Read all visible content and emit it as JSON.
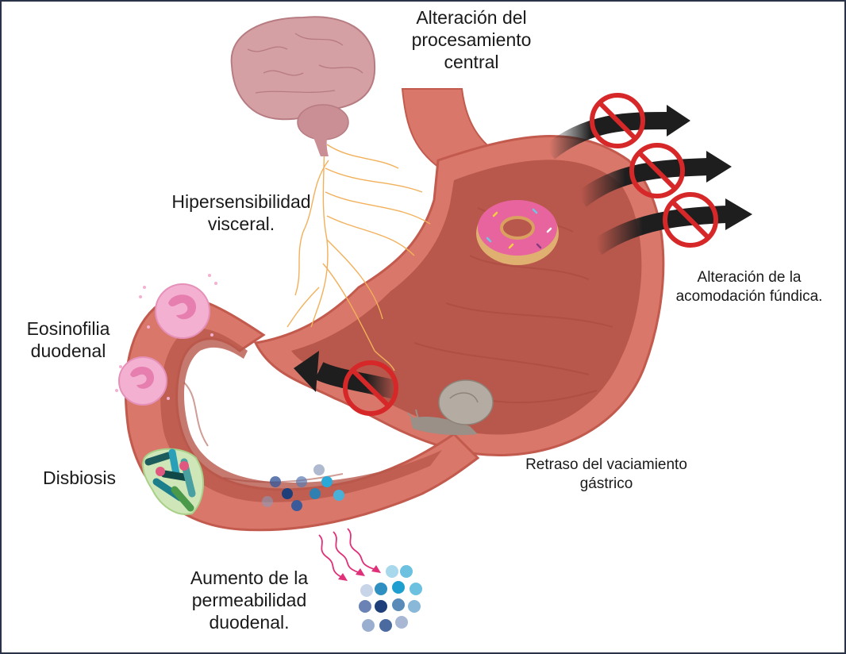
{
  "figure": {
    "labels": {
      "central_processing": [
        "Alteración del",
        "procesamiento",
        "central"
      ],
      "visceral_hypersensitivity": [
        "Hipersensibilidad",
        "visceral."
      ],
      "fundic_accommodation": [
        "Alteración de la",
        "acomodación fúndica."
      ],
      "duodenal_eosinophilia": [
        "Eosinofilia",
        "duodenal"
      ],
      "dysbiosis": [
        "Disbiosis"
      ],
      "gastric_emptying_delay": [
        "Retraso del vaciamiento",
        "gástrico"
      ],
      "duodenal_permeability": [
        "Aumento de la",
        "permeabilidad",
        "duodenal."
      ]
    },
    "icons": [
      "brain-icon",
      "nerve-network-icon",
      "stomach-icon",
      "donut-icon",
      "snail-icon",
      "eosinophil-icon",
      "bacteria-cluster-icon",
      "particles-icon",
      "prohibited-icon",
      "arrow-icon"
    ],
    "colors": {
      "frame_border": "#2a3247",
      "stomach_wall": "#d9776a",
      "stomach_inner": "#b8574b",
      "brain": "#d4a0a4",
      "nerve": "#f2b05a",
      "prohibit_red": "#d62828",
      "arrow_black": "#1e1e1e",
      "eosinophil": "#f0a8c8",
      "permeability_arrows": "#e0307a"
    }
  }
}
